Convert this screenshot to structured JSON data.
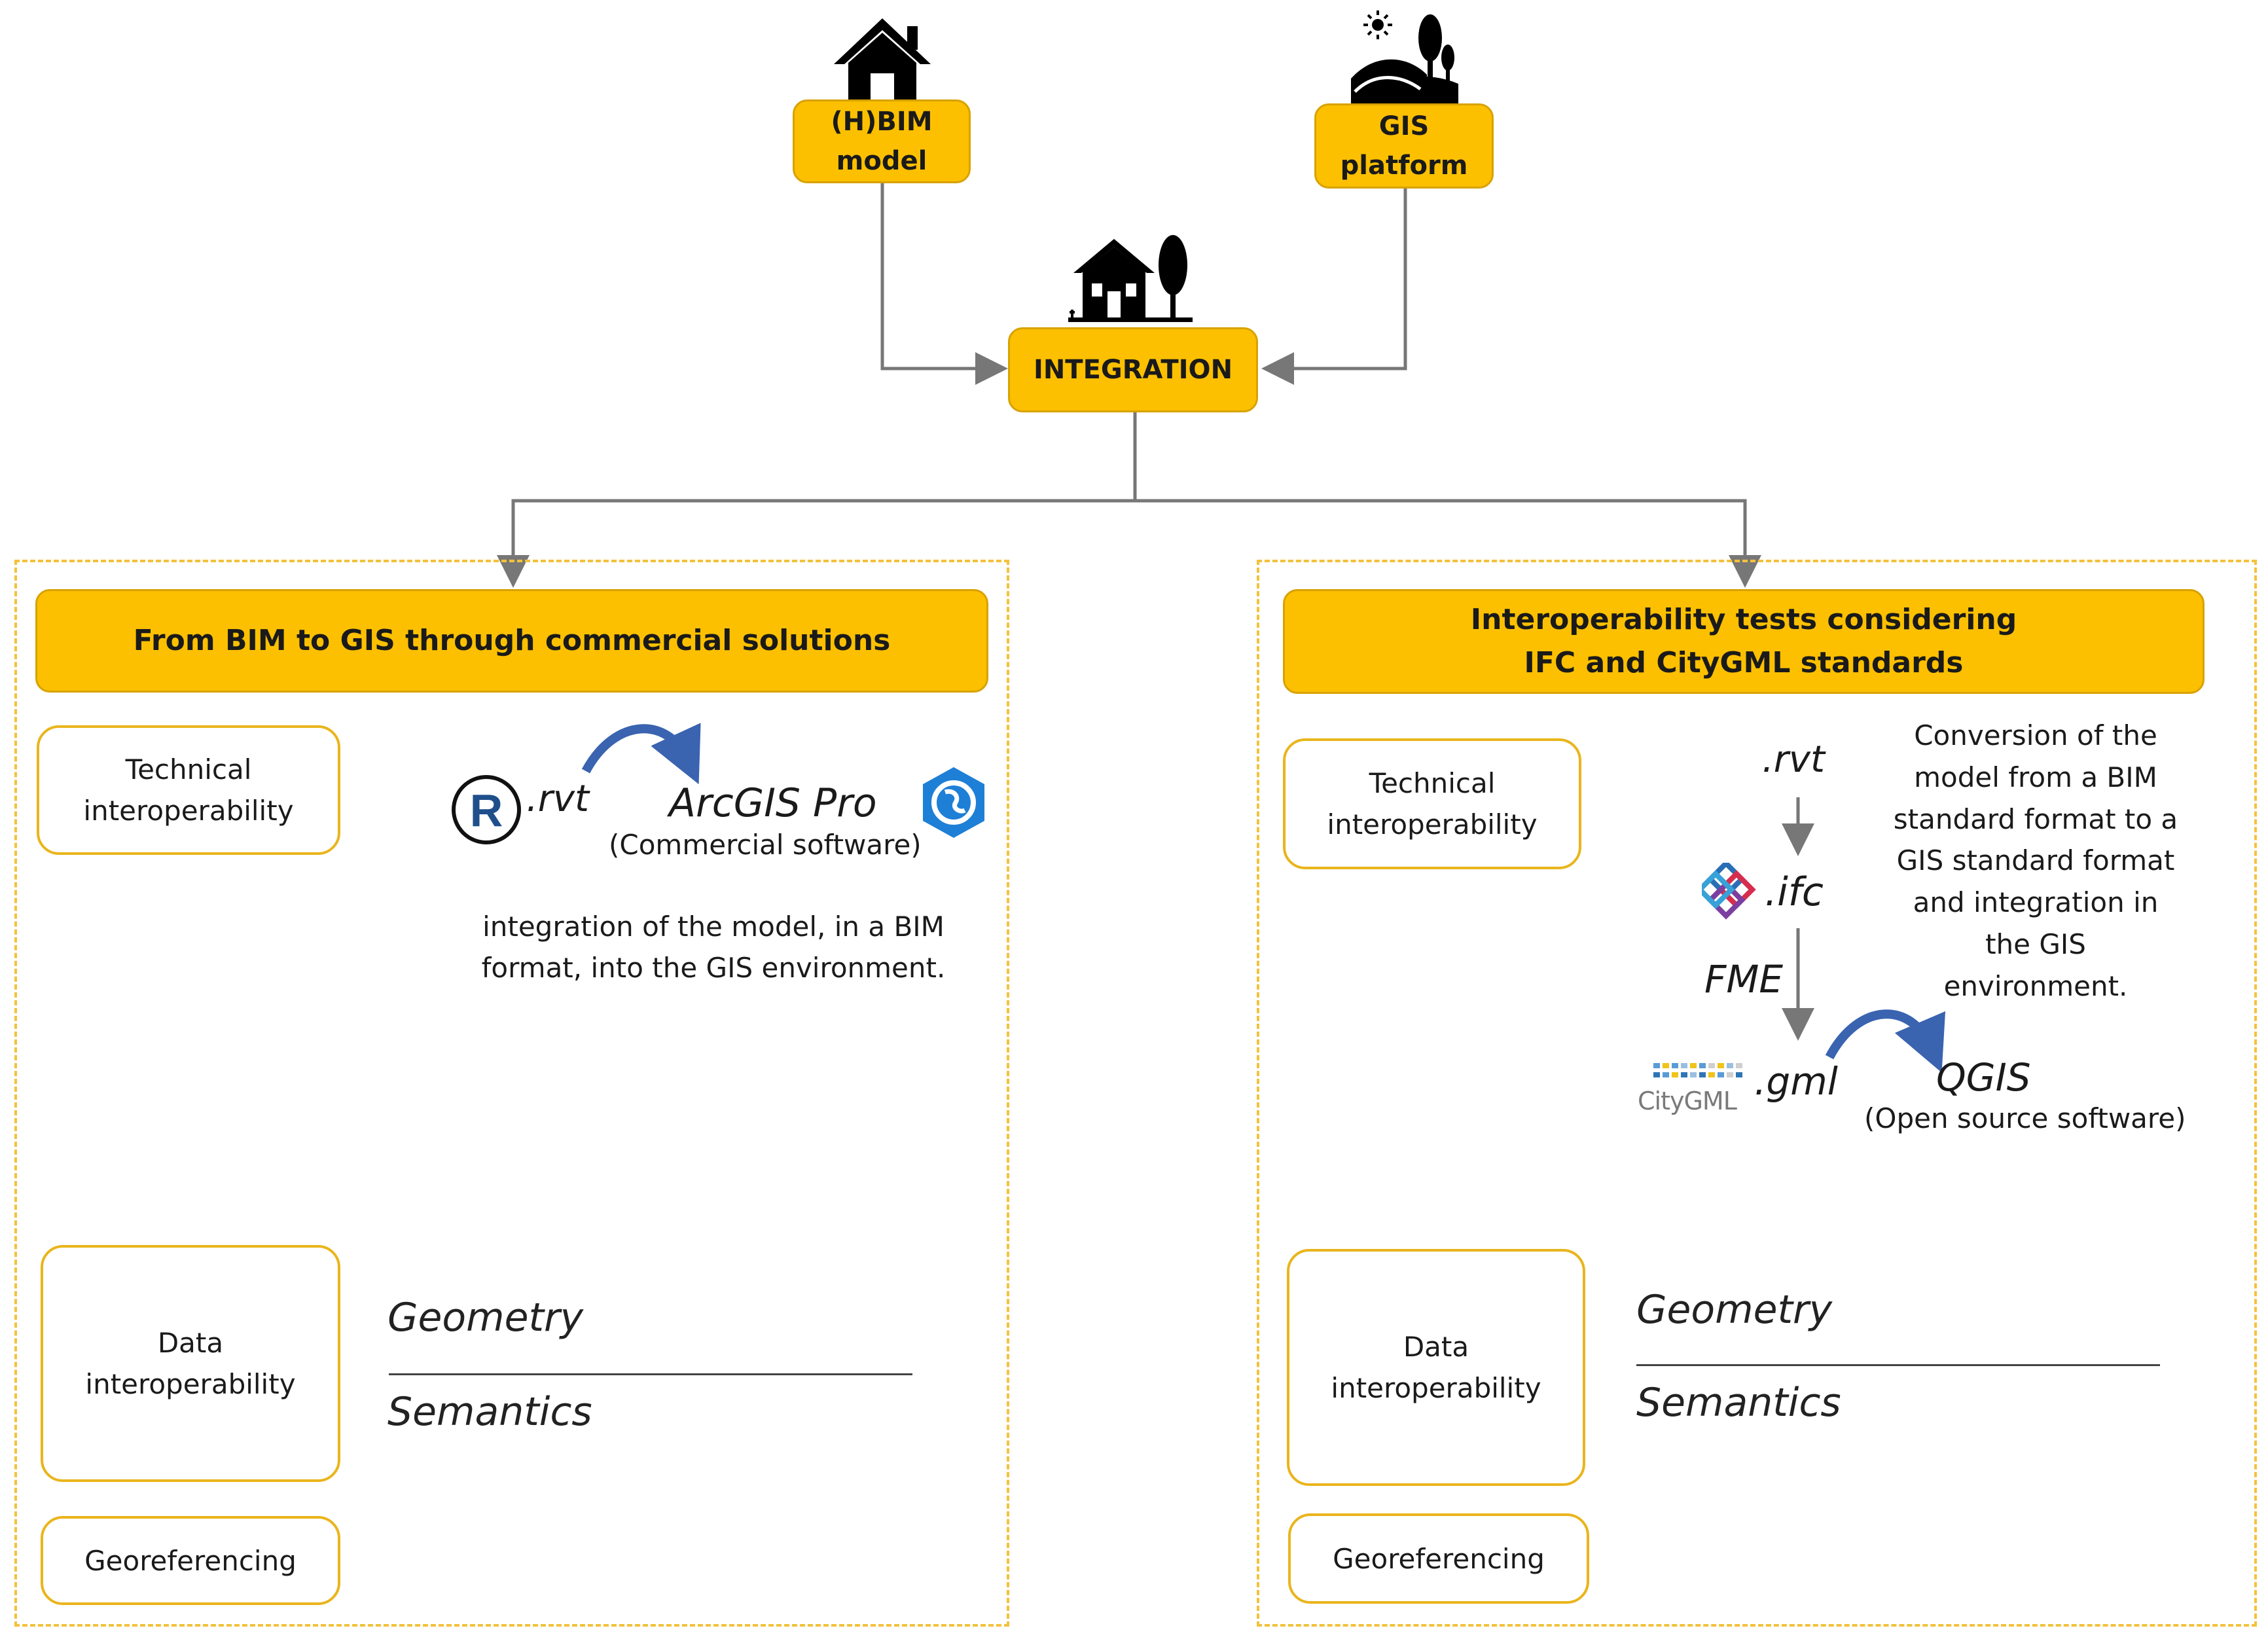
{
  "top": {
    "bim_label": "(H)BIM\nmodel",
    "gis_label": "GIS\nplatform",
    "integration_label": "INTEGRATION"
  },
  "left": {
    "header": "From BIM to GIS through commercial solutions",
    "technical_label": "Technical\ninteroperability",
    "rvt": ".rvt",
    "software": "ArcGIS Pro",
    "software_note": "(Commercial software)",
    "description": "integration of the model, in a BIM\nformat, into the GIS environment.",
    "data_label": "Data\ninteroperability",
    "geometry": "Geometry",
    "semantics": "Semantics",
    "georef_label": "Georeferencing"
  },
  "right": {
    "header": "Interoperability tests considering\nIFC and CityGML standards",
    "technical_label": "Technical\ninteroperability",
    "rvt": ".rvt",
    "ifc": ".ifc",
    "fme": "FME",
    "gml": ".gml",
    "citygml_logo": "CityGML",
    "software": "QGIS",
    "software_note": "(Open source software)",
    "description": "Conversion of the\nmodel from a BIM\nstandard format to a\nGIS standard format\nand integration in\nthe GIS\nenvironment.",
    "data_label": "Data\ninteroperability",
    "geometry": "Geometry",
    "semantics": "Semantics",
    "georef_label": "Georeferencing"
  },
  "icons": [
    "house-icon",
    "landscape-icon",
    "house-tree-icon",
    "revit-logo-icon",
    "arcgis-pro-logo-icon",
    "ifc-logo-icon",
    "citygml-logo-icon",
    "curved-arrow-icon"
  ],
  "colors": {
    "box_fill": "#fcc000",
    "box_border": "#d8a200",
    "panel_dash": "#f3c23c",
    "connector": "#777777",
    "curved_arrow": "#3a63b0"
  }
}
